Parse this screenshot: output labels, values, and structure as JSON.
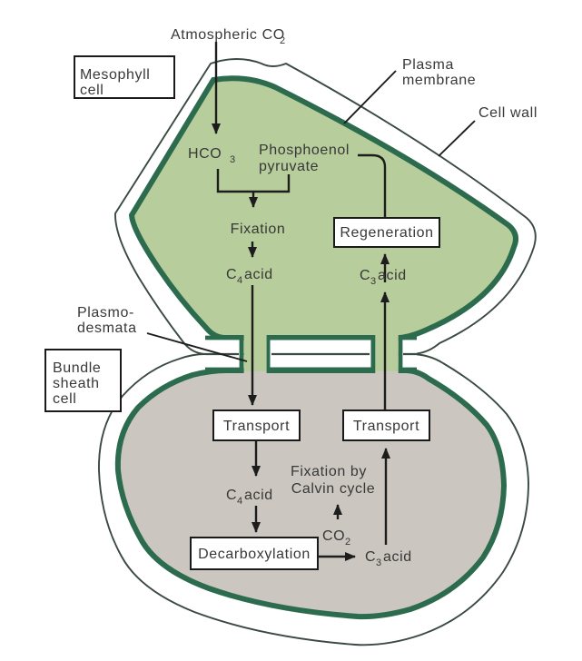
{
  "diagram": "C4 pathway: mesophyll cell and bundle sheath cell",
  "colors": {
    "mesophyll_fill": "#b7cd9b",
    "bundle_sheath_fill": "#cbc7c0",
    "plasma_membrane": "#2c6b4d",
    "cell_wall_line": "#3a4a40",
    "arrow": "#1d1d1d",
    "text": "#383838",
    "box_fill": "#ffffff",
    "box_border": "#1a1a1a"
  },
  "labels": {
    "atmospheric_co2_main": "Atmospheric CO",
    "atmospheric_co2_sub": "2",
    "mesophyll_cell": [
      "Mesophyll",
      "cell"
    ],
    "plasma_membrane": [
      "Plasma",
      "membrane"
    ],
    "cell_wall": "Cell wall",
    "plasmodesmata": [
      "Plasmo-",
      "desmata"
    ],
    "bundle_sheath_cell": [
      "Bundle",
      "sheath",
      "cell"
    ]
  },
  "mesophyll_flow": {
    "hco3_main": "HCO",
    "hco3_sub": "3",
    "pep": [
      "Phosphoenol",
      "pyruvate"
    ],
    "fixation": "Fixation",
    "c4_main": "C",
    "c4_sub": "4",
    "c4_tail": "acid",
    "regeneration": "Regeneration",
    "c3_main": "C",
    "c3_sub": "3",
    "c3_tail": "acid"
  },
  "bundle_flow": {
    "transport_left": "Transport",
    "transport_right": "Transport",
    "c4_main": "C",
    "c4_sub": "4",
    "c4_tail": "acid",
    "decarboxylation": "Decarboxylation",
    "co2_main": "CO",
    "co2_sub": "2",
    "c3_main": "C",
    "c3_sub": "3",
    "c3_tail": "acid",
    "calvin": [
      "Fixation by",
      "Calvin cycle"
    ]
  }
}
